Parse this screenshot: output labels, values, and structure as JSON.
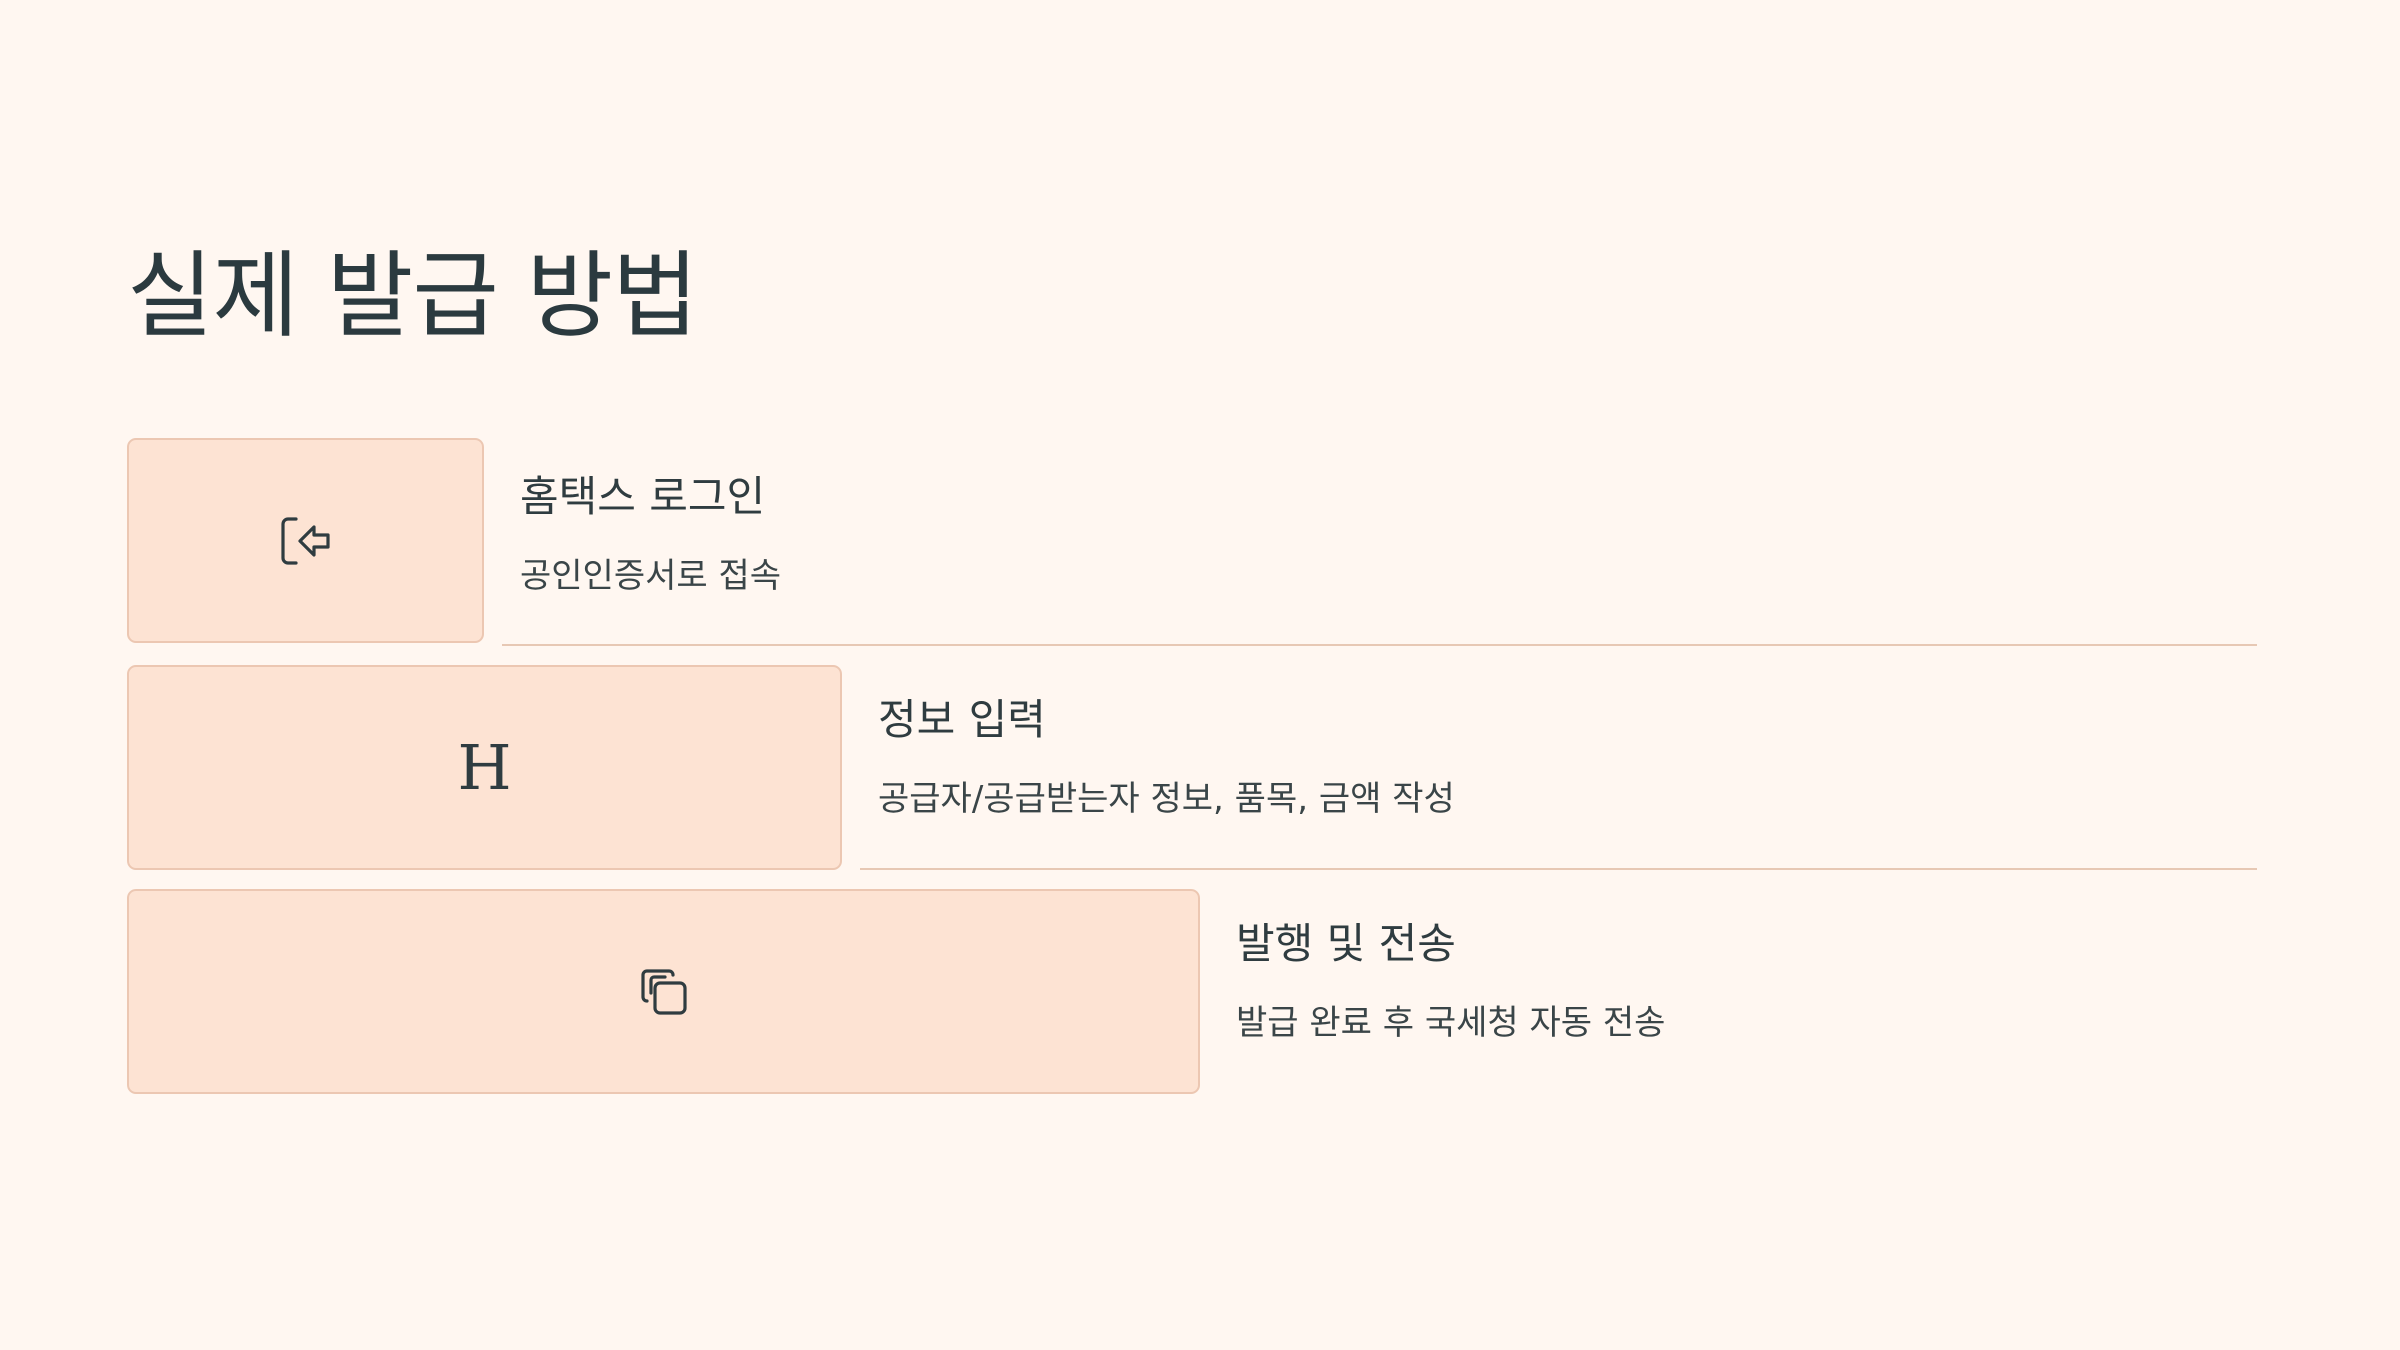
{
  "title": "실제 발급 방법",
  "steps": [
    {
      "icon": "login-arrow-icon",
      "heading": "홈택스 로그인",
      "description": "공인인증서로 접속"
    },
    {
      "icon": "heading-h-icon",
      "icon_glyph": "H",
      "heading": "정보 입력",
      "description": "공급자/공급받는자 정보, 품목, 금액 작성"
    },
    {
      "icon": "copy-icon",
      "heading": "발행 및 전송",
      "description": "발급 완료 후 국세청 자동 전송"
    }
  ],
  "colors": {
    "background": "#fff7f1",
    "card_fill": "#fde3d3",
    "card_border": "#ecc7b2",
    "text": "#2f3c40",
    "divider": "#e7c8b4"
  }
}
